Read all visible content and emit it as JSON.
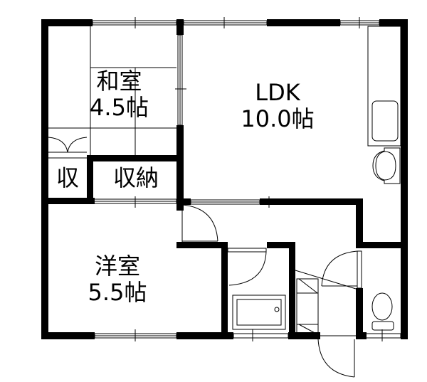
{
  "floor_plan": {
    "title": "Apartment floor plan",
    "rooms": [
      {
        "id": "washitsu",
        "name": "和室",
        "size": "4.5帖",
        "type": "Japanese-style room (tatami)"
      },
      {
        "id": "ldk",
        "name": "LDK",
        "size": "10.0帖",
        "type": "Living / Dining / Kitchen"
      },
      {
        "id": "youshitsu",
        "name": "洋室",
        "size": "5.5帖",
        "type": "Western-style room"
      },
      {
        "id": "closet-small",
        "name": "収",
        "size": "",
        "type": "Small storage"
      },
      {
        "id": "closet",
        "name": "収納",
        "size": "",
        "type": "Storage closet"
      }
    ],
    "fixtures": [
      {
        "id": "kitchen-sink",
        "name": "kitchen-sink"
      },
      {
        "id": "washbasin",
        "name": "washbasin"
      },
      {
        "id": "bathtub",
        "name": "bathtub"
      },
      {
        "id": "toilet",
        "name": "toilet"
      },
      {
        "id": "entrance-door",
        "name": "entrance-door"
      },
      {
        "id": "shoe-cabinet",
        "name": "shoe-cabinet"
      }
    ],
    "colors": {
      "wall": "#000000",
      "background": "#ffffff",
      "line": "#000000"
    }
  }
}
